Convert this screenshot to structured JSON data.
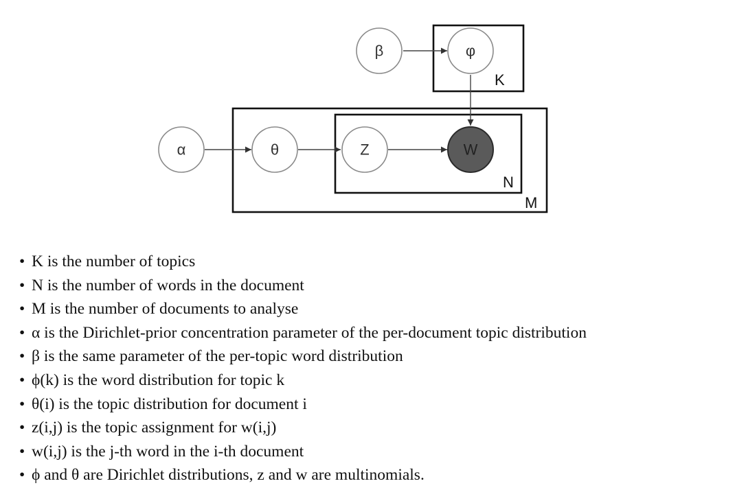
{
  "diagram": {
    "nodes": {
      "alpha": {
        "label": "α",
        "observed": false
      },
      "beta": {
        "label": "β",
        "observed": false
      },
      "theta": {
        "label": "θ",
        "observed": false
      },
      "phi": {
        "label": "φ",
        "observed": false
      },
      "z": {
        "label": "Z",
        "observed": false
      },
      "w": {
        "label": "W",
        "observed": true
      }
    },
    "plates": {
      "k": {
        "label": "K"
      },
      "n": {
        "label": "N"
      },
      "m": {
        "label": "M"
      }
    },
    "edges": [
      {
        "from": "beta",
        "to": "phi"
      },
      {
        "from": "phi",
        "to": "w"
      },
      {
        "from": "alpha",
        "to": "theta"
      },
      {
        "from": "theta",
        "to": "z"
      },
      {
        "from": "z",
        "to": "w"
      }
    ],
    "colors": {
      "observed_fill": "#5a5a5a",
      "node_stroke": "#8a8a8a",
      "plate_stroke": "#111111"
    }
  },
  "legend": {
    "bullet": "•",
    "items": [
      "K is the number of topics",
      "N is the number of words in the document",
      "M is the number of documents to analyse",
      "α is the Dirichlet-prior concentration parameter of the per-document topic distribution",
      "β is the same parameter of the per-topic word distribution",
      "ϕ(k) is the word distribution for topic k",
      "θ(i) is the topic distribution for document i",
      "z(i,j) is the topic assignment for w(i,j)",
      "w(i,j) is the j-th word in the i-th document",
      "ϕ and θ are Dirichlet distributions, z and w are multinomials."
    ]
  }
}
